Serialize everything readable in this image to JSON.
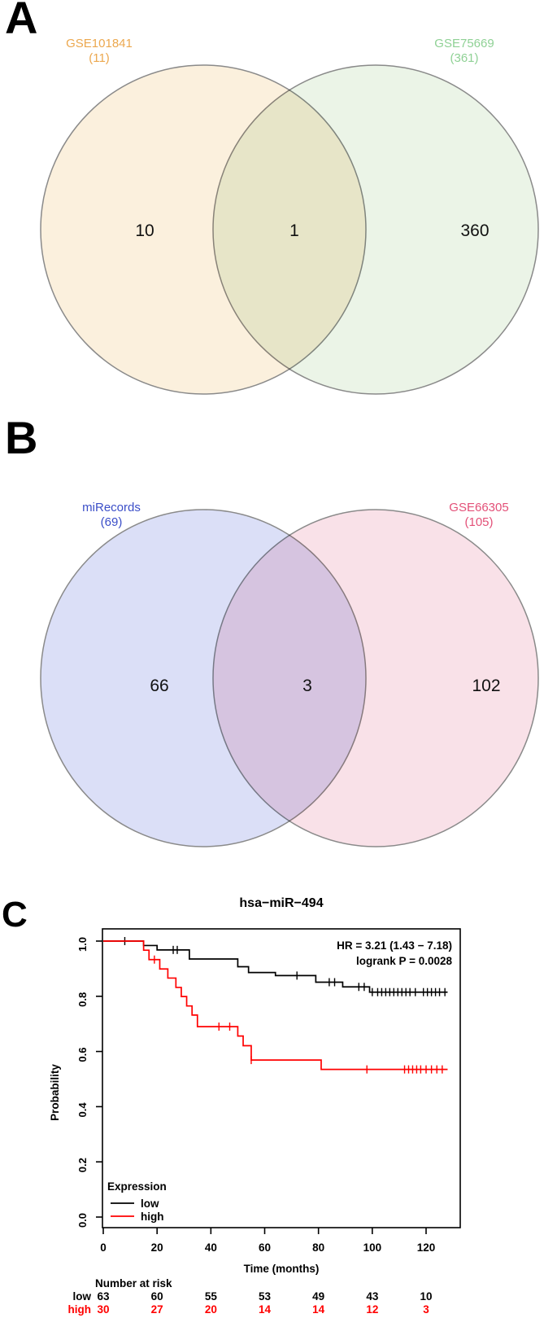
{
  "panel_letters": [
    "A",
    "B",
    "C"
  ],
  "chart_data": [
    {
      "type": "venn",
      "panel": "A",
      "outline_color": "#8a8a8a",
      "sets": [
        {
          "label": "GSE101841",
          "size": 11,
          "size_label": "(11)",
          "label_color": "#ECA84F",
          "fill": "#FBF0DD",
          "unique": "10"
        },
        {
          "label": "GSE75669",
          "size": 361,
          "size_label": "(361)",
          "label_color": "#8FD195",
          "fill": "#EBF4E7",
          "unique": "360"
        }
      ],
      "overlap": "1"
    },
    {
      "type": "venn",
      "panel": "B",
      "outline_color": "#8a8a8a",
      "sets": [
        {
          "label": "miRecords",
          "size": 69,
          "size_label": "(69)",
          "label_color": "#3B4EC8",
          "fill": "#DBDFF7",
          "unique": "66"
        },
        {
          "label": "GSE66305",
          "size": 105,
          "size_label": "(105)",
          "label_color": "#E35078",
          "fill": "#F9E1E8",
          "unique": "102"
        }
      ],
      "overlap": "3"
    },
    {
      "type": "line",
      "subtype": "kaplan-meier",
      "panel": "C",
      "title": "hsa−miR−494",
      "annotations": [
        "HR = 3.21 (1.43 − 7.18)",
        "logrank P = 0.0028"
      ],
      "xlabel": "Time (months)",
      "ylabel": "Probability",
      "xlim": [
        0,
        132
      ],
      "ylim": [
        0,
        1
      ],
      "xticks": [
        0,
        20,
        40,
        60,
        80,
        100,
        120
      ],
      "ytick_labels": [
        "0.0",
        "0.2",
        "0.4",
        "0.6",
        "0.8",
        "1.0"
      ],
      "grid": false,
      "legend": {
        "title": "Expression",
        "position": "bottom-left",
        "entries": [
          {
            "label": "low",
            "color": "#000000"
          },
          {
            "label": "high",
            "color": "#FF0000"
          }
        ]
      },
      "series": [
        {
          "name": "low",
          "color": "#000000",
          "steps": [
            [
              0,
              1.0
            ],
            [
              15,
              0.984
            ],
            [
              20,
              0.968
            ],
            [
              32,
              0.935
            ],
            [
              50,
              0.907
            ],
            [
              54,
              0.886
            ],
            [
              64,
              0.875
            ],
            [
              79,
              0.851
            ],
            [
              89,
              0.834
            ],
            [
              99,
              0.815
            ],
            [
              128,
              0.815
            ]
          ],
          "censors": [
            8,
            26,
            27.5,
            72,
            84,
            86,
            95,
            97,
            100,
            102,
            103.5,
            105,
            106.5,
            108,
            109.5,
            111,
            112.5,
            114,
            116,
            119,
            120.5,
            122,
            123.5,
            125,
            127
          ]
        },
        {
          "name": "high",
          "color": "#FF0000",
          "steps": [
            [
              0,
              1.0
            ],
            [
              15,
              0.967
            ],
            [
              17,
              0.933
            ],
            [
              21,
              0.899
            ],
            [
              24,
              0.866
            ],
            [
              27,
              0.832
            ],
            [
              29,
              0.799
            ],
            [
              31,
              0.765
            ],
            [
              33,
              0.732
            ],
            [
              35,
              0.69
            ],
            [
              50,
              0.656
            ],
            [
              52,
              0.621
            ],
            [
              55,
              0.569
            ],
            [
              81,
              0.535
            ],
            [
              128,
              0.535
            ]
          ],
          "censors": [
            19,
            43,
            47,
            55,
            98,
            112,
            113.5,
            115,
            116.5,
            118,
            120,
            122,
            124,
            126
          ]
        }
      ],
      "number_at_risk": {
        "header": "Number at risk",
        "times": [
          0,
          20,
          40,
          60,
          80,
          100,
          120
        ],
        "rows": [
          {
            "label": "low",
            "color": "#000000",
            "values": [
              63,
              60,
              55,
              53,
              49,
              43,
              10
            ]
          },
          {
            "label": "high",
            "color": "#FF0000",
            "values": [
              30,
              27,
              20,
              14,
              14,
              12,
              3
            ]
          }
        ]
      }
    }
  ]
}
